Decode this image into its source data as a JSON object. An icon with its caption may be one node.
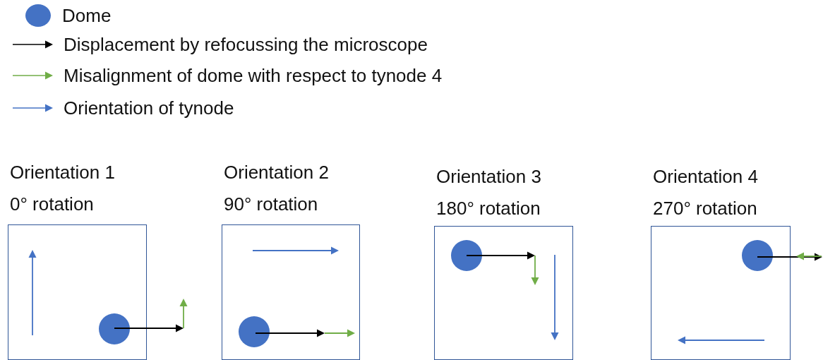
{
  "diagram": {
    "nodes": [
      {
        "text": [
          "Orientation 1",
          "0° rotation"
        ]
      },
      {
        "text": [],
        "shape": "circle",
        "in": 0
      },
      {
        "text": [
          "Orientation 2",
          "90° rotation"
        ]
      },
      {
        "text": [],
        "shape": "circle",
        "in": 2
      },
      {
        "text": [
          "Orientation 3",
          "180° rotation"
        ]
      },
      {
        "text": [],
        "shape": "circle",
        "in": 4
      },
      {
        "text": [
          "Orientation 4",
          "270° rotation"
        ]
      },
      {
        "text": [],
        "shape": "circle",
        "in": 6
      }
    ],
    "legend": [
      {
        "text": "Dome"
      },
      {
        "text": "Displacement by refocussing the microscope"
      },
      {
        "text": "Misalignment of dome with respect to tynode 4"
      },
      {
        "text": "Orientation of tynode"
      }
    ]
  }
}
